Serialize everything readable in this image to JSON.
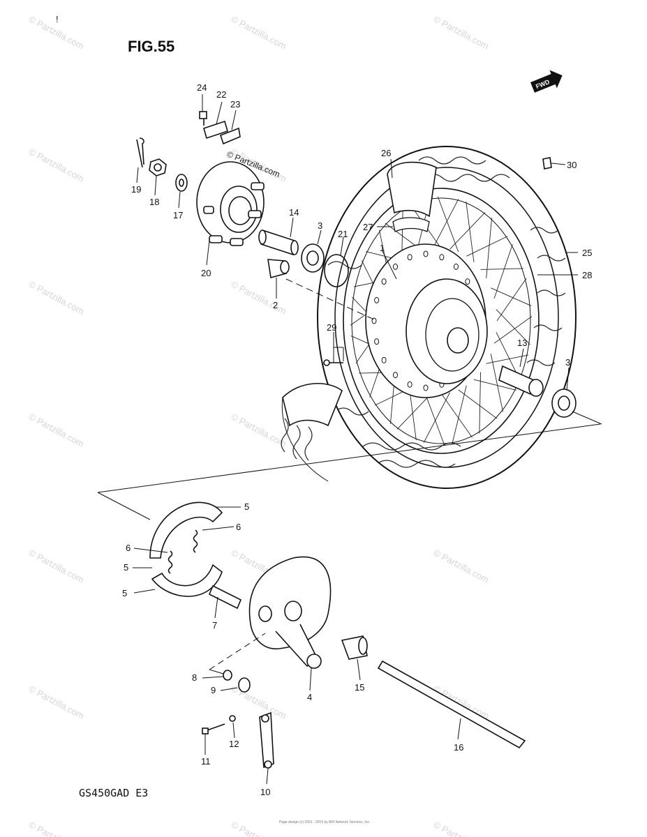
{
  "diagram": {
    "fig_label": "FIG.55",
    "model_code": "GS450GAD E3",
    "fwd_badge": "FWD",
    "copyright_label": "© Partzilla.com",
    "footer_fine_print": "Page design (c) 2001 - 2015 by ARI Network Services, Inc.",
    "watermark_text": "© Partzilla.com",
    "callouts": [
      "1",
      "2",
      "3",
      "3",
      "4",
      "5",
      "5",
      "6",
      "6",
      "7",
      "8",
      "9",
      "10",
      "11",
      "12",
      "13",
      "14",
      "15",
      "16",
      "17",
      "18",
      "19",
      "20",
      "21",
      "22",
      "23",
      "24",
      "25",
      "26",
      "27",
      "28",
      "29",
      "30"
    ]
  }
}
